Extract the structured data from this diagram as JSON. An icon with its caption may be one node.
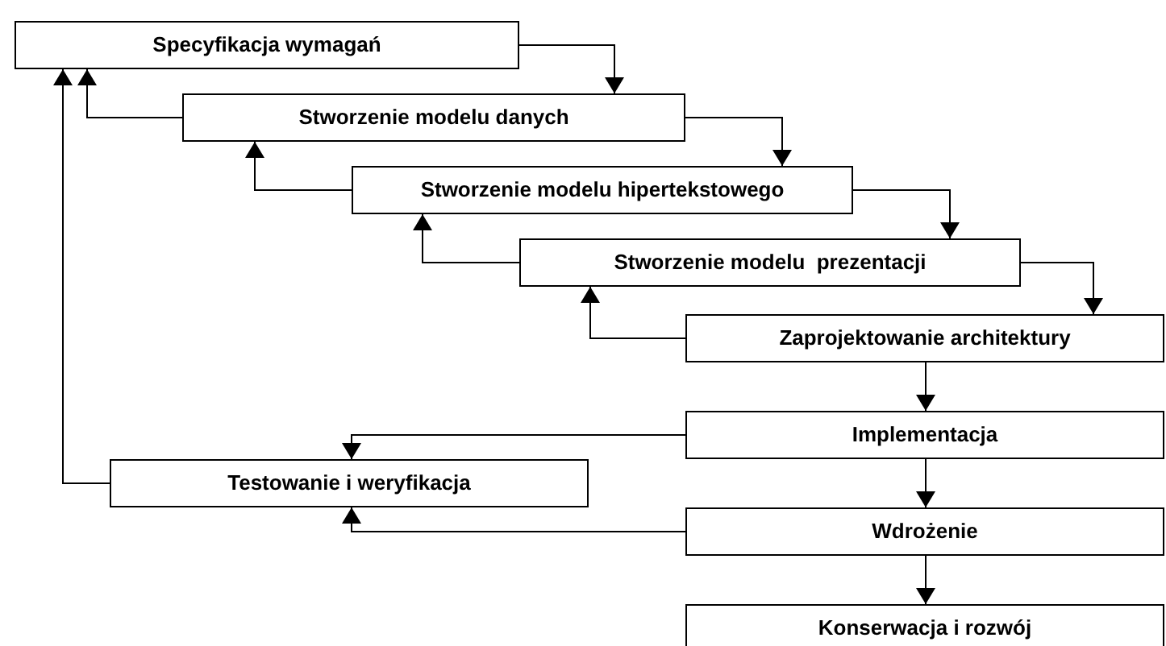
{
  "diagram": {
    "nodes": [
      {
        "text": [
          "Specyfikacja wymagań"
        ]
      },
      {
        "text": [
          "Stworzenie modelu danych"
        ]
      },
      {
        "text": [
          "Stworzenie modelu hipertekstowego"
        ]
      },
      {
        "text": [
          "Stworzenie modelu  prezentacji"
        ]
      },
      {
        "text": [
          "Zaprojektowanie architektury"
        ]
      },
      {
        "text": [
          "Implementacja"
        ]
      },
      {
        "text": [
          "Testowanie i weryfikacja"
        ]
      },
      {
        "text": [
          "Wdrożenie"
        ]
      },
      {
        "text": [
          "Konserwacja i rozwój"
        ]
      }
    ],
    "edges": [
      {
        "from": 0,
        "to": 1,
        "arrow": "to"
      },
      {
        "from": 1,
        "to": 2,
        "arrow": "to"
      },
      {
        "from": 2,
        "to": 3,
        "arrow": "to"
      },
      {
        "from": 3,
        "to": 4,
        "arrow": "to"
      },
      {
        "from": 4,
        "to": 5,
        "arrow": "to"
      },
      {
        "from": 5,
        "to": 7,
        "arrow": "to"
      },
      {
        "from": 7,
        "to": 8,
        "arrow": "to"
      },
      {
        "from": 1,
        "to": 0,
        "arrow": "to"
      },
      {
        "from": 2,
        "to": 1,
        "arrow": "to"
      },
      {
        "from": 3,
        "to": 2,
        "arrow": "to"
      },
      {
        "from": 4,
        "to": 3,
        "arrow": "to"
      },
      {
        "from": 5,
        "to": 6,
        "arrow": "to"
      },
      {
        "from": 7,
        "to": 6,
        "arrow": "to"
      },
      {
        "from": 6,
        "to": 0,
        "arrow": "to"
      }
    ]
  }
}
